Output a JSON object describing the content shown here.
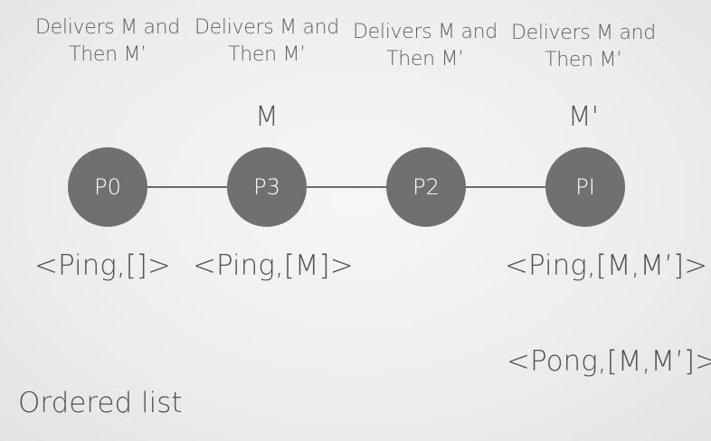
{
  "deliver_labels": [
    {
      "line1": "Delivers M and",
      "line2": "Then M’"
    },
    {
      "line1": "Delivers M and",
      "line2": "Then M’"
    },
    {
      "line1": "Delivers M and",
      "line2": "Then M’"
    },
    {
      "line1": "Delivers M and",
      "line2": "Then M’"
    }
  ],
  "messages": {
    "p3": "M",
    "p1": "M'"
  },
  "nodes": [
    {
      "id": "P0",
      "label": "P0"
    },
    {
      "id": "P3",
      "label": "P3"
    },
    {
      "id": "P2",
      "label": "P2"
    },
    {
      "id": "P1",
      "label": "PI"
    }
  ],
  "states": {
    "p0": "<Ping,[]>",
    "p3": "<Ping,[M]>",
    "p1_ping": "<Ping,[M,M’]>",
    "p1_pong": "<Pong,[M,M’]>"
  },
  "footer": "Ordered list",
  "colors": {
    "node_fill": "#707070",
    "edge": "#6b6b6b",
    "background": "#eeeeee"
  }
}
